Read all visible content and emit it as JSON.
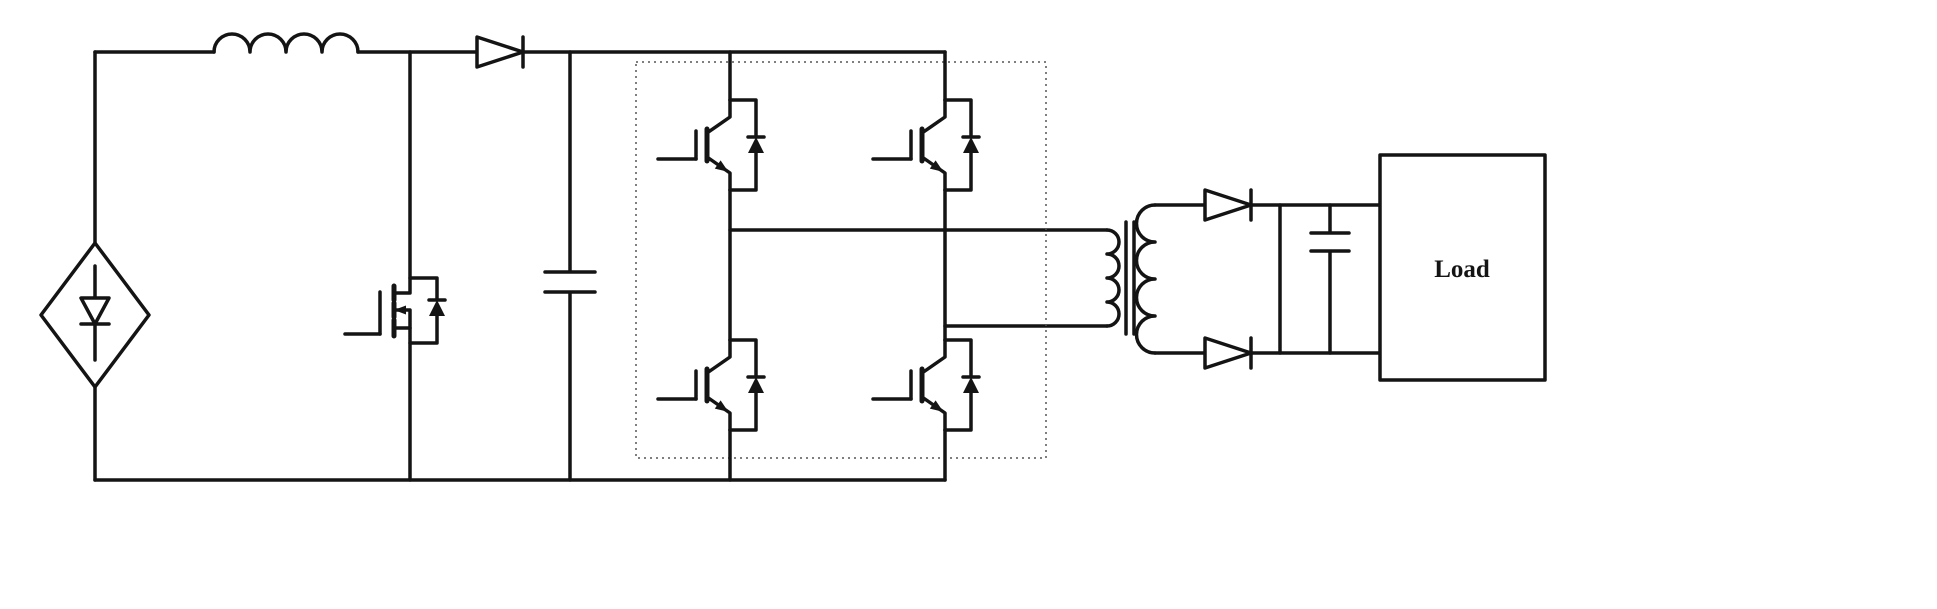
{
  "load": {
    "label": "Load"
  },
  "colors": {
    "line": "#141414",
    "background": "#ffffff",
    "inverter_outline": "#555555"
  },
  "components": [
    {
      "name": "input-bridge-rectifier",
      "type": "bridge-rectifier-diamond"
    },
    {
      "name": "boost-inductor",
      "type": "inductor",
      "turns": 4
    },
    {
      "name": "boost-switch",
      "type": "mosfet-with-body-diode"
    },
    {
      "name": "boost-diode",
      "type": "diode"
    },
    {
      "name": "dc-link-capacitor",
      "type": "capacitor"
    },
    {
      "name": "full-bridge-inverter",
      "type": "igbt-bridge",
      "switch_count": 4
    },
    {
      "name": "isolation-transformer",
      "type": "transformer",
      "primary_turns": 4,
      "secondary_turns": 4
    },
    {
      "name": "output-rectifier-top",
      "type": "diode"
    },
    {
      "name": "output-rectifier-bottom",
      "type": "diode"
    },
    {
      "name": "output-capacitor",
      "type": "capacitor"
    },
    {
      "name": "load",
      "type": "load-box",
      "label": "Load"
    }
  ]
}
